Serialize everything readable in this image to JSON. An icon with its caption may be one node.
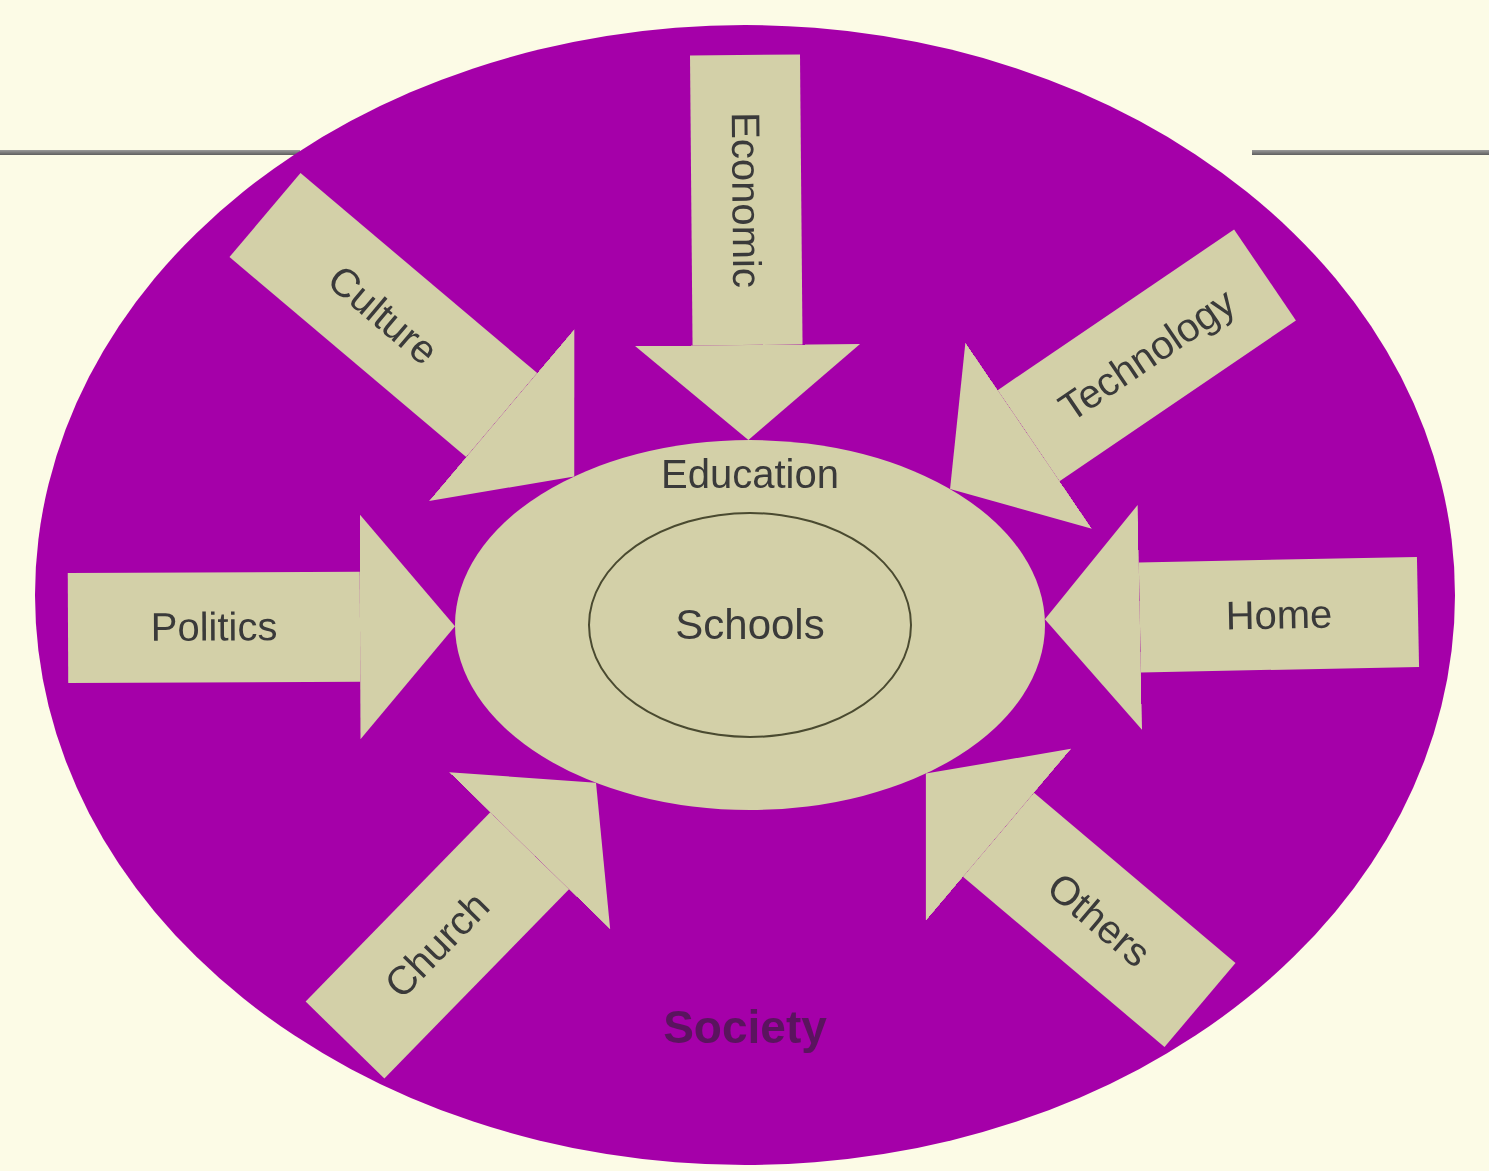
{
  "diagram": {
    "nodes": [
      {
        "text": [
          "Society"
        ]
      },
      {
        "text": [
          "Education"
        ],
        "in": 0
      },
      {
        "text": [
          "Schools"
        ],
        "in": 1
      }
    ],
    "edges": [
      {
        "from": null,
        "to": 1,
        "arrow": "to",
        "label": "Culture"
      },
      {
        "from": null,
        "to": 1,
        "arrow": "to",
        "label": "Economic"
      },
      {
        "from": null,
        "to": 1,
        "arrow": "to",
        "label": "Technology"
      },
      {
        "from": null,
        "to": 1,
        "arrow": "to",
        "label": "Politics"
      },
      {
        "from": null,
        "to": 1,
        "arrow": "to",
        "label": "Home"
      },
      {
        "from": null,
        "to": 1,
        "arrow": "to",
        "label": "Church"
      },
      {
        "from": null,
        "to": 1,
        "arrow": "to",
        "label": "Others"
      }
    ]
  }
}
